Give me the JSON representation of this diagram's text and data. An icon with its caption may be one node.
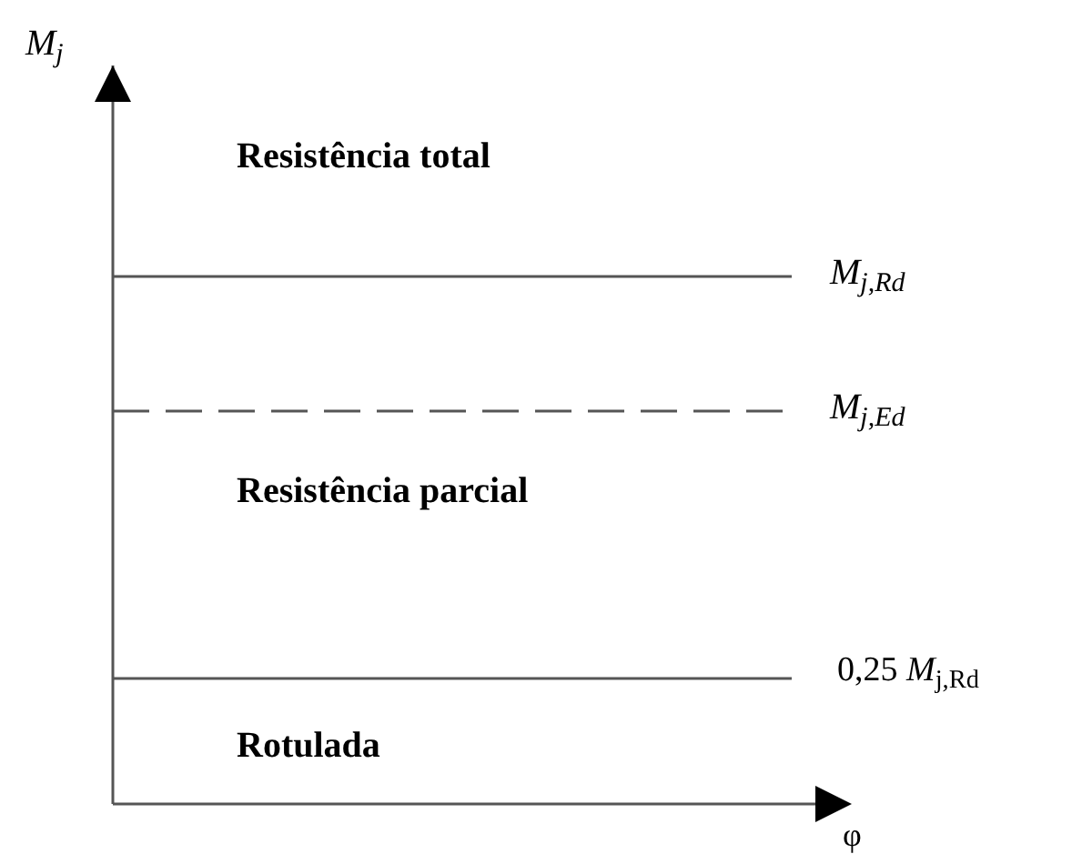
{
  "diagram": {
    "labels": [
      "*M*$_{j}$",
      "Resistência total",
      "*M*$_{j,Rd}$",
      "*M*$_{j,Ed}$",
      "Resistência parcial",
      "0,25 *M*$_{j,Rd}$",
      "Rotulada",
      "φ"
    ]
  }
}
